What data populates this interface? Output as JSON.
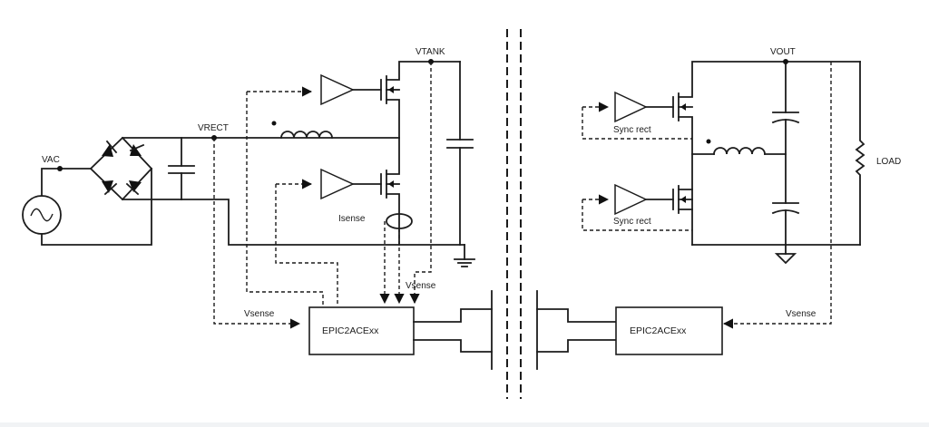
{
  "diagram": {
    "nodes": {
      "vac": "VAC",
      "vrect": "VRECT",
      "vtank": "VTANK",
      "vout": "VOUT",
      "load": "LOAD",
      "isense": "Isense"
    },
    "sense": {
      "primary_vsense_input": "Vsense",
      "primary_vsense_tank": "Vsense",
      "secondary_vsense": "Vsense"
    },
    "controllers": {
      "primary": "EPIC2ACExx",
      "secondary": "EPIC2ACExx"
    },
    "sync_rect": {
      "upper": "Sync rect",
      "lower": "Sync rect"
    }
  }
}
